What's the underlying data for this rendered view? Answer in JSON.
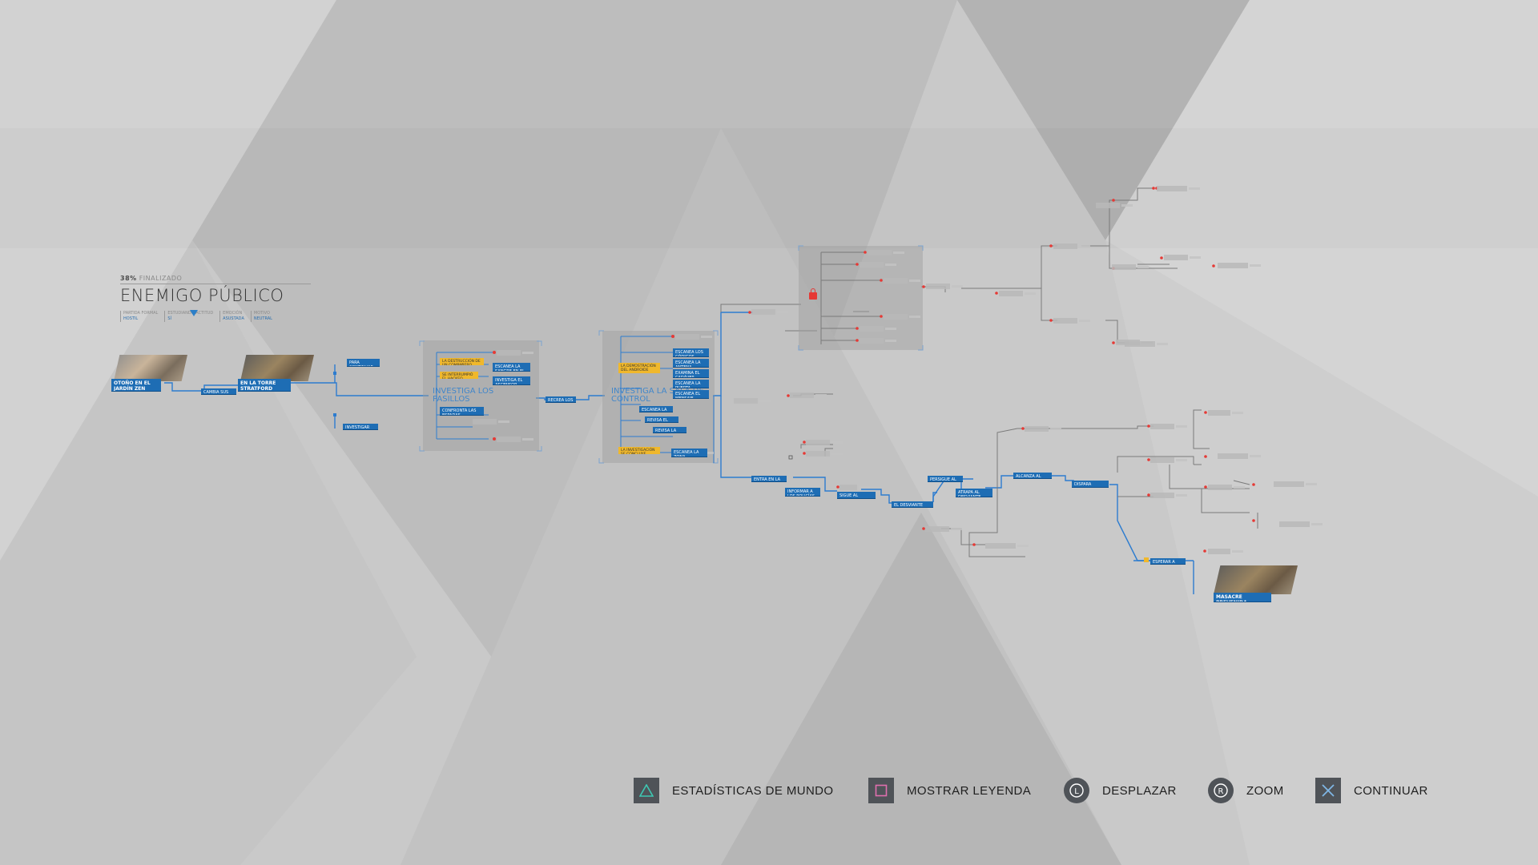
{
  "chapter": {
    "progress_value": "38%",
    "progress_label": "FINALIZADO",
    "title": "ENEMIGO PÚBLICO",
    "stats": [
      {
        "label": "PARTIDA FORMAL",
        "value": "HOSTIL"
      },
      {
        "label": "ESTUDIANDO ACTITUD",
        "value": "SÍ"
      },
      {
        "label": "EMOCIÓN",
        "value": "ASUSTADA"
      },
      {
        "label": "MOTIVO",
        "value": "NEUTRAL"
      }
    ]
  },
  "nodes": {
    "start": "OTOÑO EN EL JARDÍN ZEN",
    "tower": "EN LA TORRE STRATFORD",
    "small1": "CAMBIA SUS PESTAÑAS",
    "small2": "PARA CONTINUAR, SIGUE",
    "small3": "INVESTIGAR ASCENSOR",
    "hall_region": "INVESTIGA LOS PASILLOS",
    "control_region": "INVESTIGA LA SALA DE CONTROL",
    "hall_y1": "LA DESTRUCCIÓN DE UN COMPAÑERO ANDROIDE",
    "hall_y2": "SE INTERRUMPIÓ EL HACKEO",
    "hall_b1": "ESCANEA LA SANGRE EN EL SUELO",
    "hall_b2": "INVESTIGA EL ASCENSOR",
    "hall_b3": "CONFRONTA LAS ESPADAS",
    "link": "RECREA LOS HECHOS",
    "ctrl_b1": "ESCANEA LOS CÓDIGOS",
    "ctrl_b2": "ESCANEA LA ANTENA",
    "ctrl_b3": "EXAMINA EL CADÁVER",
    "ctrl_b4": "ESCANEA LA PUERTA",
    "ctrl_b5": "ESCANEA EL MENSAJE",
    "ctrl_b6": "ESCANEA LA ZONA",
    "ctrl_b7": "REVISA EL PISO",
    "ctrl_b8": "REVISA LA SANGRE",
    "ctrl_y1": "LA DEMOSTRACIÓN DEL ANDROIDE",
    "ctrl_y2": "LA INVESTIGACIÓN SE CONCLUYE",
    "b_enter": "ENTRA EN LA AZOTEA",
    "b_inform": "INFORMAR A LOS POLICÍAS",
    "b_follow": "SIGUE AL DESVIANTE",
    "b_elevator": "EL DESVIANTE ESTÁ",
    "b_pursue": "PERSIGUE AL DESVIANTE",
    "b_catch": "ATRAPA AL DESVIANTE",
    "b_reach": "ALCANZA AL DESVIANTE",
    "b_shoot": "DISPARA",
    "b_final": "ESPERAR A LOS REFUERZOS",
    "end": "MASACRE PREVENIDA"
  },
  "controls": [
    {
      "icon": "triangle",
      "label": "ESTADÍSTICAS DE MUNDO"
    },
    {
      "icon": "square",
      "label": "MOSTRAR LEYENDA"
    },
    {
      "icon": "l-stick",
      "label": "DESPLAZAR"
    },
    {
      "icon": "r-stick",
      "label": "ZOOM"
    },
    {
      "icon": "cross",
      "label": "CONTINUAR"
    }
  ],
  "colors": {
    "node_blue": "#1e6db4",
    "node_yellow": "#f0b82c",
    "line_blue": "#2d7ccf",
    "lock_red": "#e53935",
    "icon_triangle": "#3ec8b3",
    "icon_square": "#e06fae",
    "icon_cross": "#7fb6e6"
  }
}
